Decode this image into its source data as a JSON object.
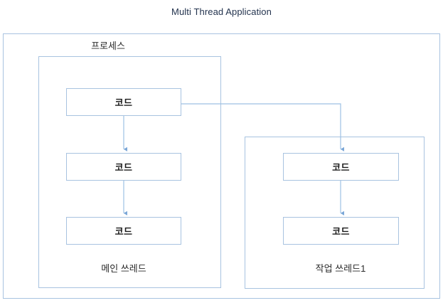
{
  "diagram": {
    "title": "Multi Thread Application",
    "accent_border": "#a8c3e0",
    "accent_arrow": "#7ba7d7",
    "title_color": "#23334e",
    "text_color": "#1a1a1a",
    "background": "#ffffff",
    "containers": {
      "application": {
        "label": ""
      },
      "process": {
        "label": "프로세스"
      },
      "main_thread": {
        "label": "메인 쓰레드"
      },
      "worker_thread": {
        "label": "작업 쓰레드1"
      }
    },
    "nodes": {
      "main": [
        {
          "label": "코드"
        },
        {
          "label": "코드"
        },
        {
          "label": "코드"
        }
      ],
      "worker": [
        {
          "label": "코드"
        },
        {
          "label": "코드"
        }
      ]
    },
    "connectors": [
      {
        "name": "main-1-to-main-2",
        "type": "arrow-down"
      },
      {
        "name": "main-2-to-main-3",
        "type": "arrow-down"
      },
      {
        "name": "main-1-to-worker-1",
        "type": "arrow-branch-right-down"
      },
      {
        "name": "worker-1-to-worker-2",
        "type": "arrow-down"
      }
    ]
  }
}
